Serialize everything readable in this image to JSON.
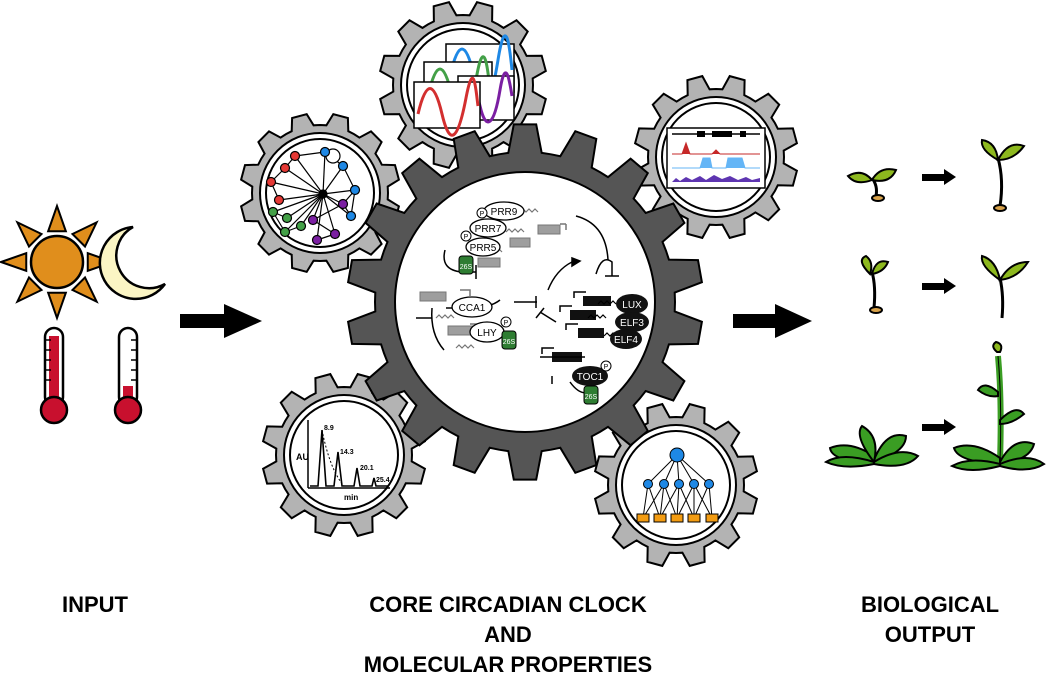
{
  "captions": {
    "input": "INPUT",
    "core_line1": "CORE CIRCADIAN CLOCK",
    "core_line2": "AND",
    "core_line3": "MOLECULAR PROPERTIES",
    "output_line1": "BIOLOGICAL",
    "output_line2": "OUTPUT"
  },
  "clock_components": {
    "prr9": "PRR9",
    "prr7": "PRR7",
    "prr5": "PRR5",
    "cca1": "CCA1",
    "lhy": "LHY",
    "lux": "LUX",
    "elf3": "ELF3",
    "elf4": "ELF4",
    "toc1": "TOC1",
    "phospho": "P",
    "proteasome": "26S"
  },
  "chromatogram": {
    "y_label": "AU",
    "x_label": "min",
    "peaks": [
      "8.9",
      "14.3",
      "20.1",
      "25.4"
    ]
  },
  "colors": {
    "core_gear": "#555555",
    "satellite_gear": "#b3b3b3",
    "sun": "#e08e1c",
    "moon": "#fbf5c4",
    "thermo": "#c8102e",
    "proteasome": "#2e7d32",
    "seedling": "#8db81e",
    "rosette": "#3a9d23"
  },
  "icons": [
    "sun-icon",
    "moon-icon",
    "hot-thermometer-icon",
    "cold-thermometer-icon",
    "arrow-icon",
    "seedling-icon",
    "rosette-icon",
    "network-icon",
    "rhythm-traces-icon",
    "genome-browser-icon",
    "chromatogram-icon",
    "hierarchy-icon"
  ]
}
